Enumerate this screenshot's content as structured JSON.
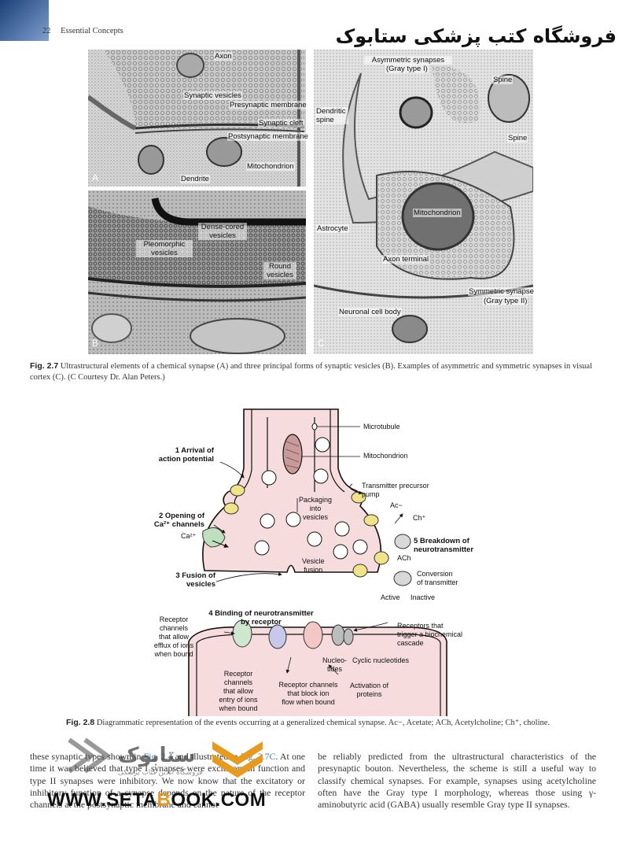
{
  "header": {
    "page_number": "22",
    "running_title": "Essential Concepts",
    "watermark_title": "فروشگاه کتب پزشکی ستابوک"
  },
  "figure_2_7": {
    "panel_a_labels": {
      "axon": "Axon",
      "synaptic_vesicles": "Synaptic vesicles",
      "presynaptic_membrane": "Presynaptic membrane",
      "synaptic_cleft": "Synaptic cleft",
      "postsynaptic_membrane": "Postsynaptic membrane",
      "mitochondrion": "Mitochondrion",
      "dendrite": "Dendrite",
      "letter": "A"
    },
    "panel_b_labels": {
      "dense_cored_vesicles": "Dense-cored vesicles",
      "pleomorphic_vesicles": "Pleomorphic vesicles",
      "round_vesicles": "Round vesicles",
      "letter": "B"
    },
    "panel_c_labels": {
      "asymmetric_synapses": "Asymmetric synapses",
      "gray_type_1": "(Gray type I)",
      "spine_top": "Spine",
      "dendritic_spine": "Dendritic spine",
      "spine_right": "Spine",
      "mitochondrion": "Mitochondrion",
      "astrocyte": "Astrocyte",
      "axon_terminal": "Axon terminal",
      "symmetric_synapse": "Symmetric synapse",
      "gray_type_2": "(Gray type II)",
      "neuronal_cell_body": "Neuronal cell body",
      "letter": "C"
    },
    "caption_label": "Fig. 2.7",
    "caption_text": "Ultrastructural elements of a chemical synapse (A) and three principal forms of synaptic vesicles (B). Examples of asymmetric and symmetric synapses in visual cortex (C). (C Courtesy Dr. Alan Peters.)"
  },
  "figure_2_8": {
    "labels": {
      "microtubule": "Microtubule",
      "mitochondrion": "Mitochondrion",
      "step1": "1  Arrival of\naction potential",
      "transmitter_pump": "Transmitter precursor\npump",
      "packaging": "Packaging\ninto\nvesicles",
      "step2": "2  Opening of\nCa²⁺ channels",
      "ca": "Ca²⁺",
      "ac_minus": "Ac−",
      "ch_plus": "Ch⁺",
      "step5": "5  Breakdown of\nneurotransmitter",
      "ach": "ACh",
      "vesicle_fusion": "Vesicle\nfusion",
      "step3": "3  Fusion of\nvesicles",
      "conversion": "Conversion\nof transmitter",
      "active": "Active",
      "inactive": "Inactive",
      "step4": "4  Binding of neurotransmitter\nby receptor",
      "receptor_efflux": "Receptor\nchannels\nthat allow\nefflux of ions\nwhen bound",
      "receptor_cascade": "Receptors that\ntrigger a biochemical\ncascade",
      "nucleotides": "Nucleo-\ntides",
      "cyclic": "Cyclic nucleotides",
      "receptor_entry": "Receptor\nchannels\nthat allow\nentry of ions\nwhen bound",
      "receptor_block": "Receptor channels\nthat block ion\nflow when bound",
      "activation": "Activation of\nproteins"
    },
    "caption_label": "Fig. 2.8",
    "caption_text": "Diagrammatic representation of the events occurring at a generalized chemical synapse. Ac−, Acetate; ACh, Acetylcholine; Ch⁺, choline."
  },
  "body": {
    "left_col_1": "these synaptic types shown in",
    "left_link_1": "Fig. 2.4",
    "left_col_2": " and illustrated in ",
    "left_link_2": "Fig. 2.7C",
    "left_col_3": ". At one time it was believed that type I synapses were excitatory in function and type II synapses were inhibitory. We now know that the excitatory or inhibitory function of a synapse depends on the nature of the receptor channels at the postsynaptic membrane and cannot",
    "right_col": "be reliably predicted from the ultrastructural characteristics of the presynaptic bouton. Nevertheless, the scheme is still a useful way to classify chemical synapses. For example, synapses using acetylcholine often have the Gray type I morphology, whereas those using γ-aminobutyric acid (GABA) usually resemble Gray type II synapses."
  },
  "watermark": {
    "url_pre": "WWW.SETA",
    "url_o": "B",
    "url_post": "OOK.COM",
    "logo_text": "ستابوک",
    "logo_sub": "فروشگاه آنلاین کتاب پزشکی"
  }
}
